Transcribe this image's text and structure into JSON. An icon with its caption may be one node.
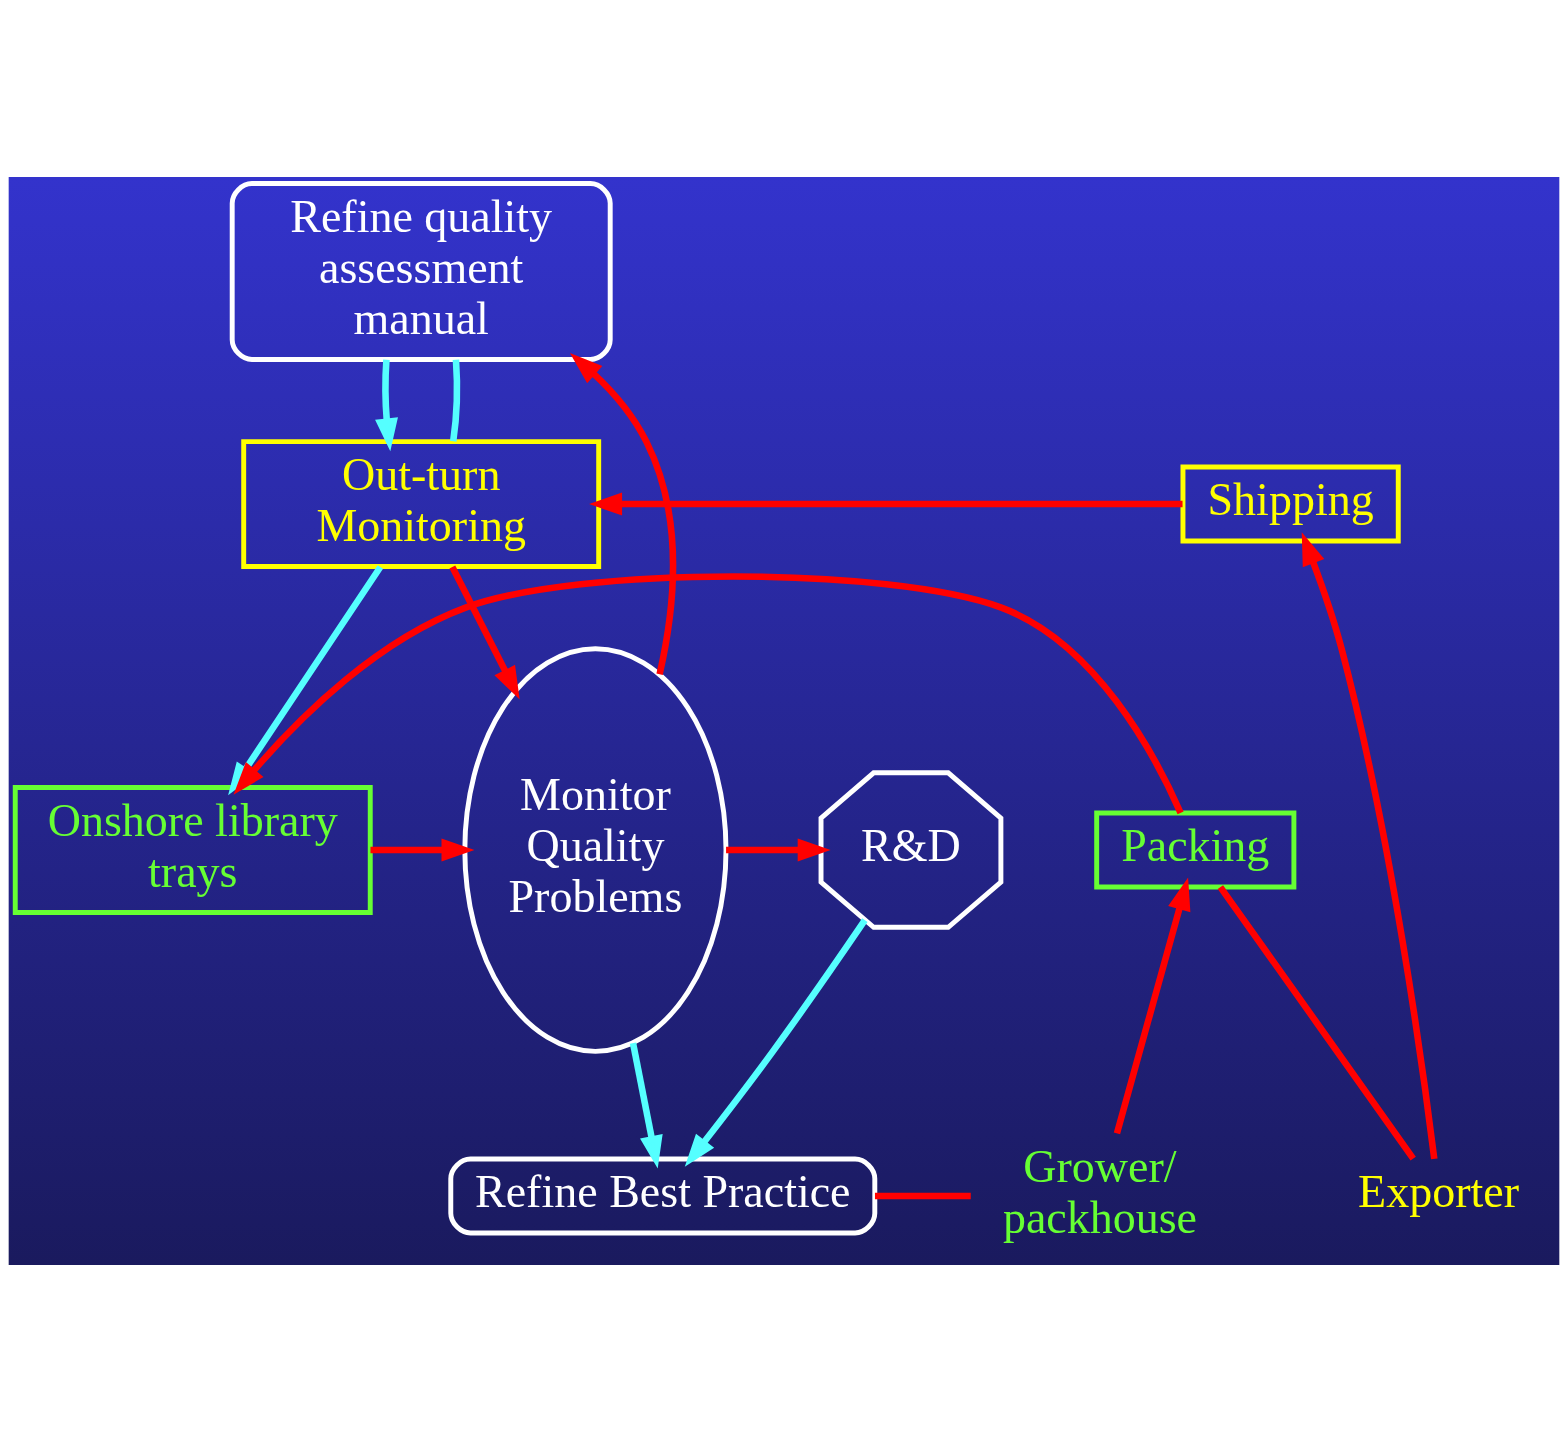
{
  "diagram": {
    "nodes": [
      {
        "text": [
          "Refine quality assessment manual"
        ]
      },
      {
        "text": [
          "Shipping"
        ]
      },
      {
        "text": [
          "Out-turn Monitoring"
        ]
      },
      {
        "text": [
          "Monitor Quality Problems"
        ]
      },
      {
        "text": [
          "R&D"
        ]
      },
      {
        "text": [
          "Exporter"
        ]
      },
      {
        "text": [
          "Packing"
        ]
      },
      {
        "text": [
          "Onshore library trays"
        ]
      },
      {
        "text": [
          "Grower/ packhouse"
        ]
      },
      {
        "text": [
          "Refine Best Practice"
        ]
      }
    ],
    "edges": [
      {
        "from": 0,
        "to": 2,
        "arrow": "to",
        "color": "#55ffff"
      },
      {
        "from": 0,
        "to": 2,
        "arrow": "none",
        "color": "#55ffff"
      },
      {
        "from": 1,
        "to": 2,
        "arrow": "to"
      },
      {
        "from": 2,
        "to": 3,
        "arrow": "to"
      },
      {
        "from": 3,
        "to": 0,
        "arrow": "to"
      },
      {
        "from": 3,
        "to": 4,
        "arrow": "to"
      },
      {
        "from": 2,
        "to": 7,
        "arrow": "to",
        "color": "#55ffff"
      },
      {
        "from": 6,
        "to": 5,
        "arrow": "none"
      },
      {
        "from": 5,
        "to": 1,
        "arrow": "to"
      },
      {
        "from": 6,
        "to": 7,
        "arrow": "to"
      },
      {
        "from": 7,
        "to": 3,
        "arrow": "to"
      },
      {
        "from": 3,
        "to": 9,
        "arrow": "to",
        "color": "#55ffff"
      },
      {
        "from": 4,
        "to": 9,
        "arrow": "to",
        "color": "#55ffff"
      },
      {
        "from": 8,
        "to": 6,
        "arrow": "to"
      },
      {
        "from": 9,
        "to": 8,
        "arrow": "none"
      }
    ]
  }
}
